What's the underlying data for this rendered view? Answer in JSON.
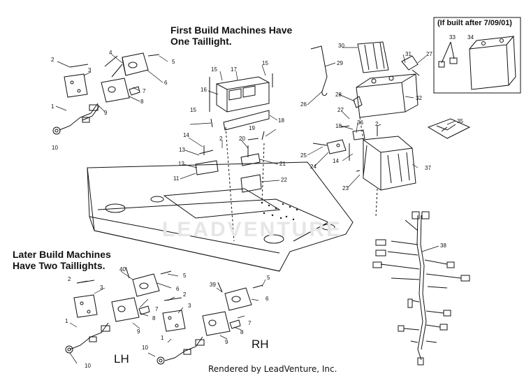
{
  "headings": {
    "first_build": [
      "First Build Machines Have",
      "One Taillight."
    ],
    "later_build": [
      "Later Build Machines",
      "Have Two Taillights."
    ]
  },
  "inset": {
    "title": "(If built after 7/09/01)",
    "callouts": [
      "33",
      "34"
    ]
  },
  "side_labels": {
    "left": "LH",
    "right": "RH"
  },
  "watermark": "LEADVENTURE",
  "footer": "Rendered by LeadVenture, Inc.",
  "callouts": {
    "top_left_taillight": [
      "1",
      "2",
      "3",
      "4",
      "5",
      "6",
      "7",
      "8",
      "9",
      "10"
    ],
    "center": [
      "11",
      "12",
      "13",
      "14",
      "15",
      "15",
      "15",
      "16",
      "17",
      "18",
      "19",
      "20",
      "21",
      "22"
    ],
    "battery": [
      "2",
      "14",
      "23",
      "24",
      "25",
      "26",
      "27",
      "27",
      "28",
      "29",
      "30",
      "31",
      "32",
      "35",
      "36",
      "37"
    ],
    "harness": [
      "38"
    ],
    "lh_assembly": [
      "1",
      "2",
      "3",
      "40",
      "5",
      "6",
      "7",
      "8",
      "9",
      "10"
    ],
    "rh_assembly": [
      "1",
      "2",
      "3",
      "39",
      "5",
      "6",
      "7",
      "8",
      "9",
      "10"
    ]
  }
}
